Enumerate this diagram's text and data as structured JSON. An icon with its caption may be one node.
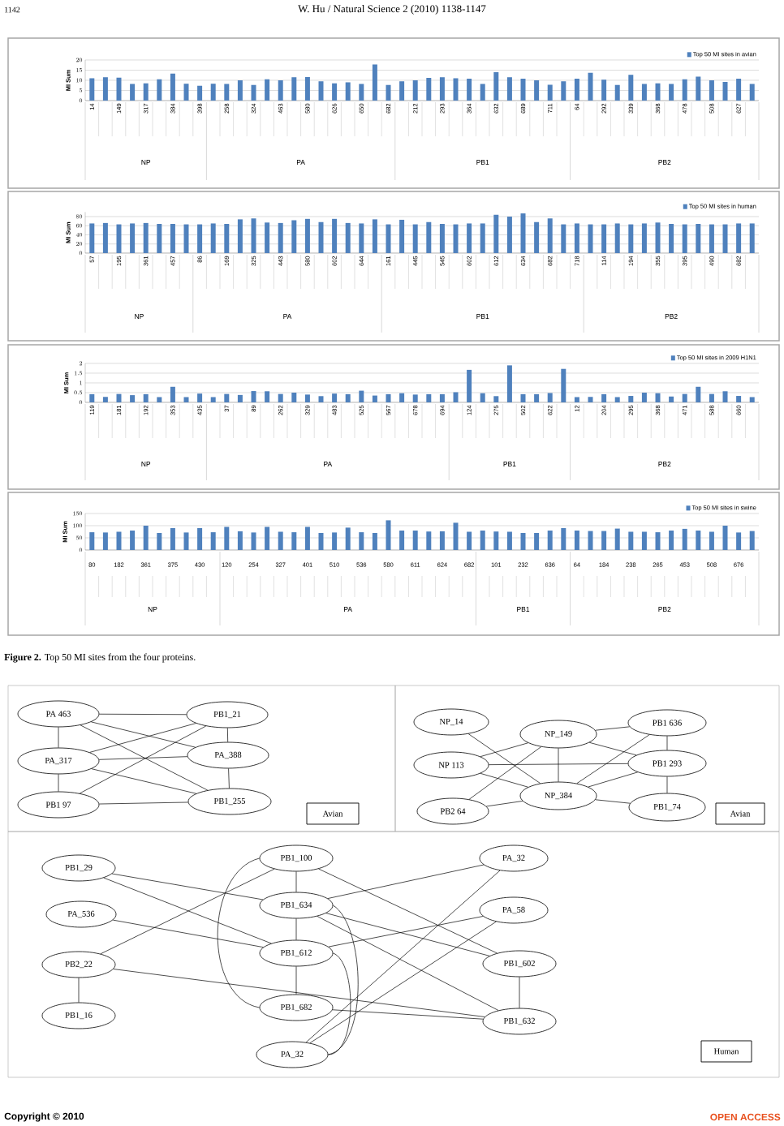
{
  "diagram": {
    "caption": "**Figure 2.** Top 50 MI sites from the four proteins.",
    "labels": [
      "1142",
      "W. Hu / Natural Science 2 (2010) 1138-1147",
      "Copyright © 2010",
      "OPEN ACCESS"
    ],
    "chart_data": [
      {
        "type": "bar",
        "ylabel": "MI Sum",
        "ylim": [
          0,
          20
        ],
        "yticks": [
          0,
          5,
          10,
          15,
          20
        ],
        "categories": [
          "14",
          null,
          "149",
          null,
          "317",
          null,
          "384",
          null,
          "398",
          null,
          "258",
          null,
          "324",
          null,
          "463",
          null,
          "580",
          null,
          "626",
          null,
          "650",
          null,
          "682",
          null,
          "212",
          null,
          "293",
          null,
          "364",
          null,
          "632",
          null,
          "689",
          null,
          "711",
          null,
          "64",
          null,
          "292",
          null,
          "339",
          null,
          "368",
          null,
          "478",
          null,
          "508",
          null,
          "627",
          null
        ],
        "series": [
          {
            "name": "Top 50 MI sites in avian",
            "color": "#4f81bd",
            "values": [
              11,
              11.5,
              11.3,
              8.2,
              8.5,
              10.5,
              13.3,
              8.3,
              7.3,
              8.3,
              8.2,
              10,
              7.7,
              10.5,
              10,
              11.5,
              11.6,
              9.5,
              8.5,
              9,
              8.2,
              17.8,
              7.7,
              9.5,
              10,
              11.2,
              11.5,
              11,
              10.8,
              8.2,
              14,
              11.5,
              10.8,
              10,
              7.8,
              9.5,
              10.8,
              13.7,
              10.3,
              7.7,
              12.7,
              8.2,
              8.5,
              8.2,
              10.5,
              11.8,
              10,
              9.2,
              10.8,
              8.2
            ]
          }
        ],
        "grid": true,
        "annotations": [
          {
            "text": "NP"
          },
          {
            "text": "PA"
          },
          {
            "text": "PB1"
          },
          {
            "text": "PB2"
          }
        ]
      },
      {
        "type": "bar",
        "ylabel": "MI Sum",
        "ylim": [
          0,
          90
        ],
        "yticks": [
          0,
          20,
          40,
          60,
          80
        ],
        "categories": [
          "57",
          null,
          "195",
          null,
          "361",
          null,
          "457",
          null,
          "86",
          null,
          "169",
          null,
          "325",
          null,
          "443",
          null,
          "580",
          null,
          "602",
          null,
          "644",
          null,
          "161",
          null,
          "445",
          null,
          "545",
          null,
          "602",
          null,
          "612",
          null,
          "634",
          null,
          "682",
          null,
          "718",
          null,
          "114",
          null,
          "194",
          null,
          "355",
          null,
          "395",
          null,
          "490",
          null,
          "682",
          null
        ],
        "series": [
          {
            "name": "Top 50 MI sites in human",
            "color": "#4f81bd",
            "values": [
              65,
              66,
              63,
              65,
              66,
              64,
              64,
              63,
              63,
              65,
              64,
              74,
              76,
              67,
              66,
              72,
              75,
              68,
              75,
              66,
              65,
              74,
              63,
              73,
              63,
              68,
              64,
              63,
              65,
              65,
              84,
              80,
              87,
              68,
              76,
              63,
              65,
              63,
              63,
              65,
              63,
              65,
              67,
              64,
              63,
              64,
              63,
              63,
              65,
              65
            ]
          }
        ],
        "grid": true,
        "annotations": [
          {
            "text": "NP"
          },
          {
            "text": "PA"
          },
          {
            "text": "PB1"
          },
          {
            "text": "PB2"
          }
        ]
      },
      {
        "type": "bar",
        "ylabel": "MI Sum",
        "ylim": [
          0,
          2
        ],
        "yticks": [
          0,
          0.5,
          1,
          1.5,
          2
        ],
        "categories": [
          "119",
          null,
          "181",
          null,
          "192",
          null,
          "353",
          null,
          "435",
          null,
          "37",
          null,
          "89",
          null,
          "262",
          null,
          "329",
          null,
          "483",
          null,
          "525",
          null,
          "567",
          null,
          "678",
          null,
          "694",
          null,
          "124",
          null,
          "275",
          null,
          "502",
          null,
          "622",
          null,
          "12",
          null,
          "204",
          null,
          "295",
          null,
          "368",
          null,
          "471",
          null,
          "588",
          null,
          "660",
          null
        ],
        "series": [
          {
            "name": "Top 50 MI sites in 2009 H1N1",
            "color": "#4f81bd",
            "values": [
              0.42,
              0.28,
              0.43,
              0.37,
              0.42,
              0.27,
              0.8,
              0.27,
              0.45,
              0.27,
              0.43,
              0.38,
              0.58,
              0.57,
              0.43,
              0.5,
              0.4,
              0.32,
              0.45,
              0.42,
              0.6,
              0.35,
              0.42,
              0.47,
              0.4,
              0.42,
              0.42,
              0.52,
              1.67,
              0.47,
              0.32,
              1.9,
              0.42,
              0.42,
              0.48,
              1.72,
              0.27,
              0.28,
              0.42,
              0.27,
              0.33,
              0.5,
              0.47,
              0.3,
              0.43,
              0.8,
              0.43,
              0.57,
              0.33,
              0.27
            ]
          }
        ],
        "grid": true,
        "annotations": [
          {
            "text": "NP"
          },
          {
            "text": "PA"
          },
          {
            "text": "PB1"
          },
          {
            "text": "PB2"
          }
        ]
      },
      {
        "type": "bar",
        "ylabel": "MI Sum",
        "ylim": [
          0,
          150
        ],
        "yticks": [
          0,
          50,
          100,
          150
        ],
        "categories": [
          "80",
          null,
          "182",
          null,
          "361",
          null,
          "375",
          null,
          "430",
          null,
          "120",
          null,
          "254",
          null,
          "327",
          null,
          "401",
          null,
          "510",
          null,
          "536",
          null,
          "580",
          null,
          "611",
          null,
          "624",
          null,
          "682",
          null,
          "101",
          null,
          "232",
          null,
          "636",
          null,
          "64",
          null,
          "184",
          null,
          "238",
          null,
          "265",
          null,
          "453",
          null,
          "508",
          null,
          "676",
          null
        ],
        "series": [
          {
            "name": "Top 50 MI sites in swine",
            "color": "#4f81bd",
            "values": [
              73,
              72,
              75,
              80,
              100,
              70,
              90,
              72,
              90,
              73,
              95,
              77,
              72,
              95,
              75,
              73,
              95,
              70,
              72,
              92,
              73,
              70,
              122,
              80,
              80,
              76,
              77,
              112,
              75,
              80,
              76,
              75,
              70,
              70,
              80,
              90,
              80,
              78,
              78,
              88,
              75,
              75,
              73,
              80,
              87,
              80,
              75,
              100,
              72,
              78
            ]
          }
        ],
        "grid": true,
        "annotations": [
          {
            "text": "NP"
          },
          {
            "text": "PA"
          },
          {
            "text": "PB1"
          },
          {
            "text": "PB2"
          }
        ]
      }
    ],
    "nodes": [
      {
        "text": [],
        "shape": "box"
      },
      {
        "text": [
          "PA 463"
        ],
        "in": 0
      },
      {
        "text": [
          "PA_317"
        ],
        "in": 0
      },
      {
        "text": [
          "PB1 97"
        ],
        "in": 0
      },
      {
        "text": [
          "PB1_21"
        ],
        "in": 0
      },
      {
        "text": [
          "PA_388"
        ],
        "in": 0
      },
      {
        "text": [
          "PB1_255"
        ],
        "in": 0
      },
      {
        "text": [
          "Avian"
        ],
        "in": 0
      },
      {
        "text": [],
        "shape": "box"
      },
      {
        "text": [
          "NP_14"
        ],
        "in": 8
      },
      {
        "text": [
          "NP 113"
        ],
        "in": 8
      },
      {
        "text": [
          "PB2 64"
        ],
        "in": 8
      },
      {
        "text": [
          "NP_149"
        ],
        "in": 8
      },
      {
        "text": [
          "NP_384"
        ],
        "in": 8
      },
      {
        "text": [
          "PB1 636"
        ],
        "in": 8
      },
      {
        "text": [
          "PB1 293"
        ],
        "in": 8
      },
      {
        "text": [
          "PB1_74"
        ],
        "in": 8
      },
      {
        "text": [
          "Avian"
        ],
        "in": 8
      },
      {
        "text": [],
        "shape": "box"
      },
      {
        "text": [
          "PB1_29"
        ],
        "in": 18
      },
      {
        "text": [
          "PA_536"
        ],
        "in": 18
      },
      {
        "text": [
          "PB2_22"
        ],
        "in": 18
      },
      {
        "text": [
          "PB1_16"
        ],
        "in": 18
      },
      {
        "text": [
          "PB1_100"
        ],
        "in": 18
      },
      {
        "text": [
          "PB1_634"
        ],
        "in": 18
      },
      {
        "text": [
          "PB1_612"
        ],
        "in": 18
      },
      {
        "text": [
          "PB1_682"
        ],
        "in": 18
      },
      {
        "text": [
          "PA_32"
        ],
        "in": 18
      },
      {
        "text": [
          "PA_32"
        ],
        "in": 18
      },
      {
        "text": [
          "PA_58"
        ],
        "in": 18
      },
      {
        "text": [
          "PB1_602"
        ],
        "in": 18
      },
      {
        "text": [
          "PB1_632"
        ],
        "in": 18
      },
      {
        "text": [
          "Human"
        ],
        "in": 18
      }
    ],
    "edges": [
      {
        "from": 1,
        "to": 2,
        "arrow": "none"
      },
      {
        "from": 2,
        "to": 3,
        "arrow": "none"
      },
      {
        "from": 1,
        "to": 4,
        "arrow": "none"
      },
      {
        "from": 1,
        "to": 5,
        "arrow": "none"
      },
      {
        "from": 1,
        "to": 6,
        "arrow": "none"
      },
      {
        "from": 2,
        "to": 4,
        "arrow": "none"
      },
      {
        "from": 2,
        "to": 5,
        "arrow": "none"
      },
      {
        "from": 2,
        "to": 6,
        "arrow": "none"
      },
      {
        "from": 3,
        "to": 4,
        "arrow": "none"
      },
      {
        "from": 3,
        "to": 6,
        "arrow": "none"
      },
      {
        "from": 4,
        "to": 5,
        "arrow": "none"
      },
      {
        "from": 5,
        "to": 6,
        "arrow": "none"
      },
      {
        "from": 9,
        "to": 13,
        "arrow": "none"
      },
      {
        "from": 10,
        "to": 12,
        "arrow": "none"
      },
      {
        "from": 10,
        "to": 13,
        "arrow": "none"
      },
      {
        "from": 10,
        "to": 15,
        "arrow": "none"
      },
      {
        "from": 11,
        "to": 12,
        "arrow": "none"
      },
      {
        "from": 11,
        "to": 13,
        "arrow": "none"
      },
      {
        "from": 12,
        "to": 13,
        "arrow": "none"
      },
      {
        "from": 12,
        "to": 14,
        "arrow": "none"
      },
      {
        "from": 12,
        "to": 15,
        "arrow": "none"
      },
      {
        "from": 13,
        "to": 14,
        "arrow": "none"
      },
      {
        "from": 13,
        "to": 15,
        "arrow": "none"
      },
      {
        "from": 13,
        "to": 16,
        "arrow": "none"
      },
      {
        "from": 14,
        "to": 15,
        "arrow": "none"
      },
      {
        "from": 15,
        "to": 16,
        "arrow": "none"
      },
      {
        "from": 19,
        "to": 24,
        "arrow": "none"
      },
      {
        "from": 19,
        "to": 25,
        "arrow": "none"
      },
      {
        "from": 20,
        "to": 25,
        "arrow": "none"
      },
      {
        "from": 21,
        "to": 23,
        "arrow": "none"
      },
      {
        "from": 21,
        "to": 31,
        "arrow": "none"
      },
      {
        "from": 21,
        "to": 22,
        "arrow": "none"
      },
      {
        "from": 23,
        "to": 24,
        "arrow": "none"
      },
      {
        "from": 24,
        "to": 25,
        "arrow": "none"
      },
      {
        "from": 25,
        "to": 26,
        "arrow": "none"
      },
      {
        "from": 23,
        "to": 26,
        "arrow": "none"
      },
      {
        "from": 23,
        "to": 30,
        "arrow": "none"
      },
      {
        "from": 24,
        "to": 28,
        "arrow": "none"
      },
      {
        "from": 24,
        "to": 30,
        "arrow": "none"
      },
      {
        "from": 24,
        "to": 31,
        "arrow": "none"
      },
      {
        "from": 24,
        "to": 27,
        "arrow": "none"
      },
      {
        "from": 25,
        "to": 29,
        "arrow": "none"
      },
      {
        "from": 25,
        "to": 27,
        "arrow": "none"
      },
      {
        "from": 26,
        "to": 31,
        "arrow": "none"
      },
      {
        "from": 27,
        "to": 28,
        "arrow": "none"
      },
      {
        "from": 27,
        "to": 29,
        "arrow": "none"
      },
      {
        "from": 30,
        "to": 31,
        "arrow": "none"
      }
    ]
  }
}
